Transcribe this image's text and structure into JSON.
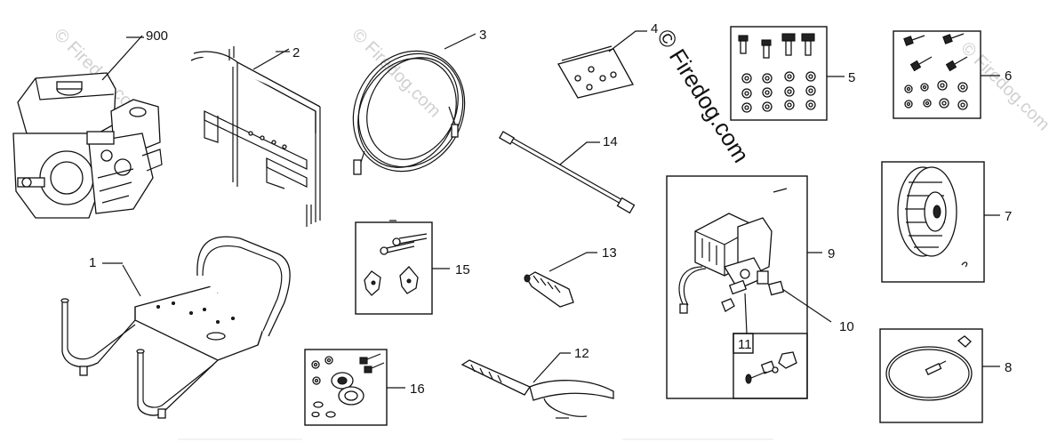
{
  "watermark": {
    "brand_text": "© Firedog.com",
    "faint_text": "© Firedog.com"
  },
  "callouts": {
    "c900": "900",
    "c2": "2",
    "c3": "3",
    "c4": "4",
    "c5": "5",
    "c6": "6",
    "c14": "14",
    "c7": "7",
    "c9": "9",
    "c1": "1",
    "c15": "15",
    "c13": "13",
    "c10": "10",
    "c11": "11",
    "c16": "16",
    "c12": "12",
    "c8": "8"
  }
}
